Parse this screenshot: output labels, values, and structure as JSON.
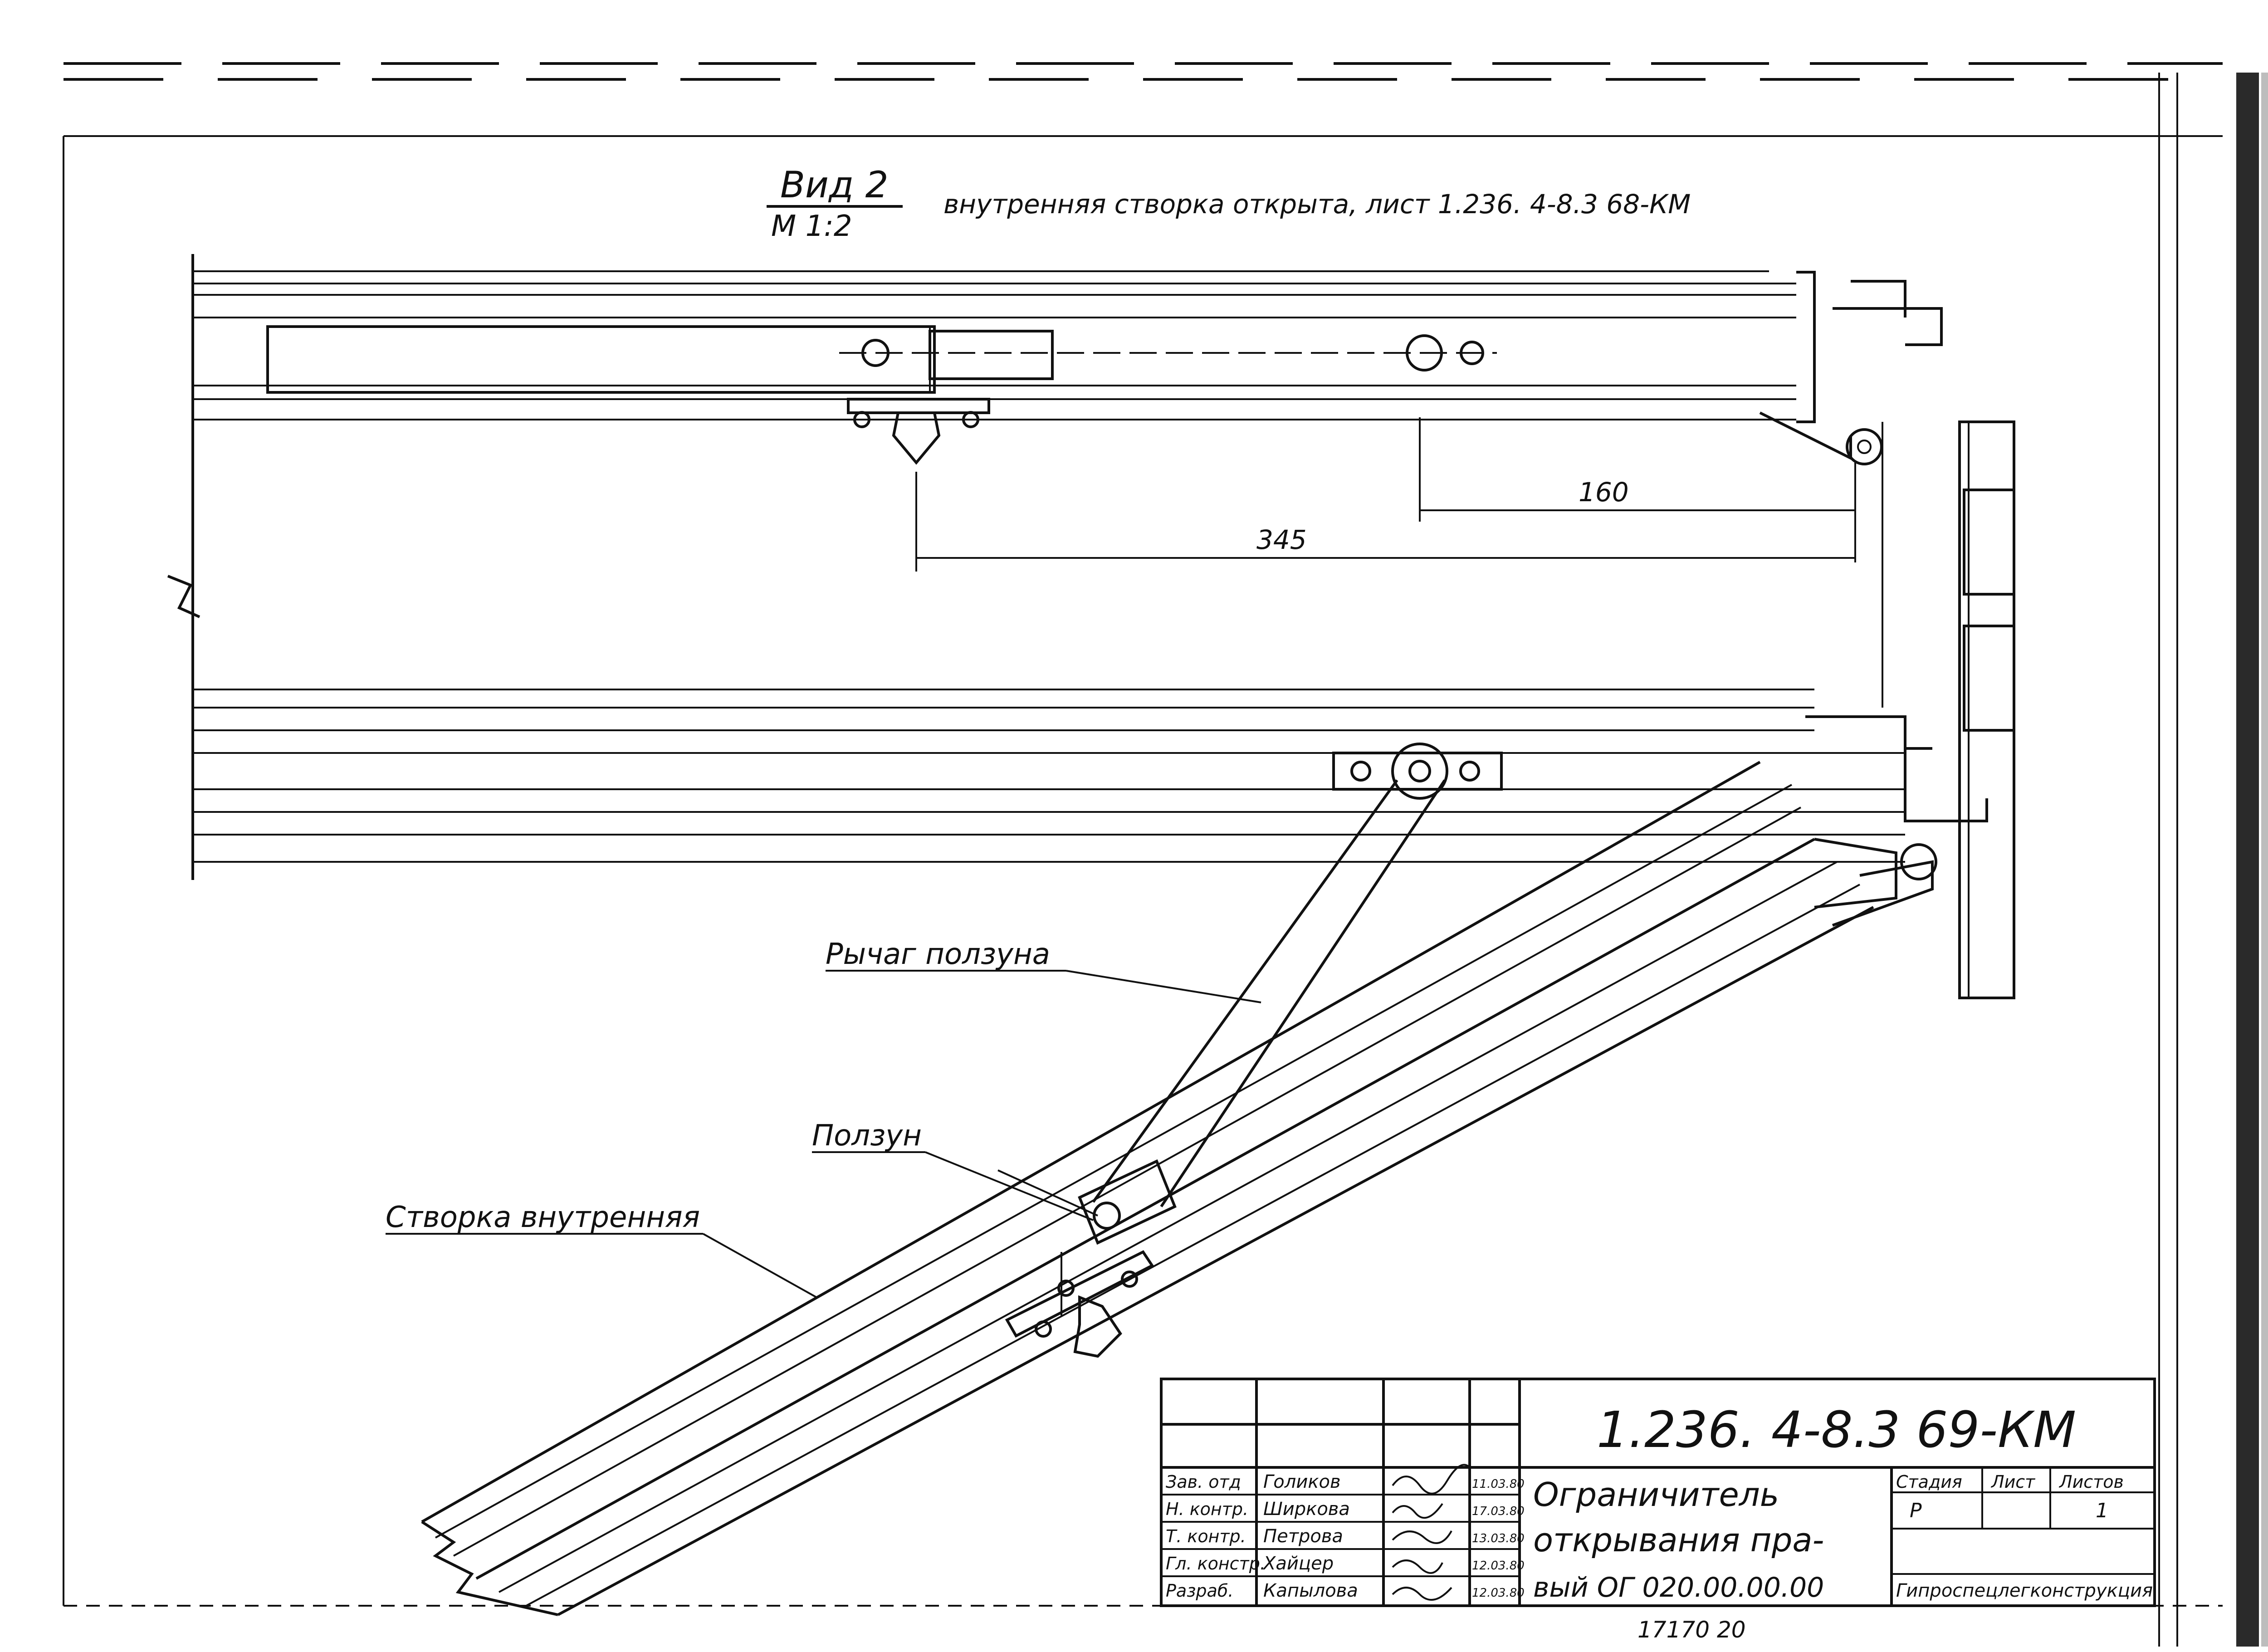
{
  "view": {
    "title": "Вид 2",
    "scale": "М 1:2",
    "caption": "внутренняя створка открыта, лист 1.236. 4-8.3 68-КМ"
  },
  "dimensions": {
    "d1": "160",
    "d2": "345"
  },
  "labels": {
    "lever": "Рычаг ползуна",
    "slider": "Ползун",
    "sash": "Створка внутренняя"
  },
  "title_block": {
    "designation": "1.236. 4-8.3   69-КМ",
    "name_line1": "Ограничитель",
    "name_line2": "открывания пра-",
    "name_line3": "вый  ОГ 020.00.00.00",
    "org": "Гипроспецлегконструкция",
    "stage_header": "Стадия",
    "sheet_header": "Лист",
    "sheets_header": "Листов",
    "stage": "Р",
    "sheets": "1",
    "signers": [
      {
        "role": "Зав. отд",
        "name": "Голиков",
        "date": "11.03.80"
      },
      {
        "role": "Н. контр.",
        "name": "Ширкова",
        "date": "17.03.80"
      },
      {
        "role": "Т. контр.",
        "name": "Петрова",
        "date": "13.03.80"
      },
      {
        "role": "Гл. констр.",
        "name": "Хайцер",
        "date": "12.03.80"
      },
      {
        "role": "Разраб.",
        "name": "Капылова",
        "date": "12.03.80"
      }
    ],
    "archive_no": "17170  20"
  }
}
